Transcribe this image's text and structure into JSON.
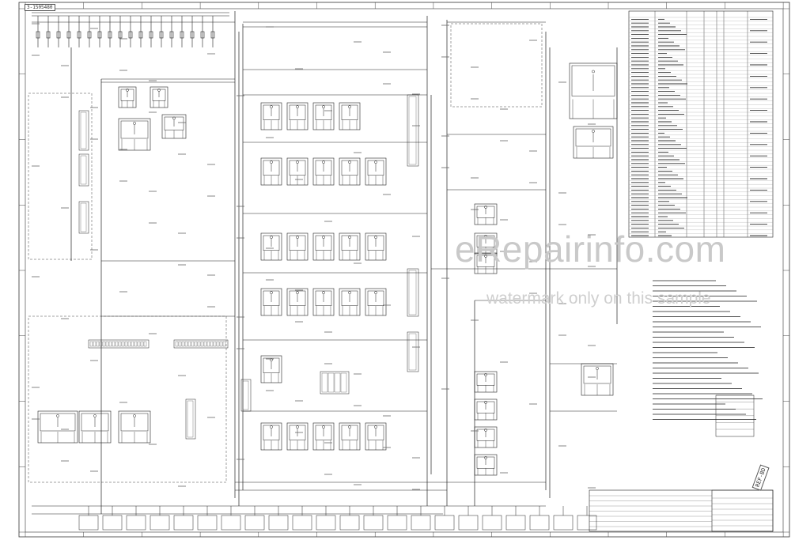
{
  "watermark": {
    "main": "eRepairinfo.com",
    "sub": "watermark only on this sample"
  },
  "sheet": {
    "id": "3-1505480"
  },
  "stamp": "REF-BD"
}
